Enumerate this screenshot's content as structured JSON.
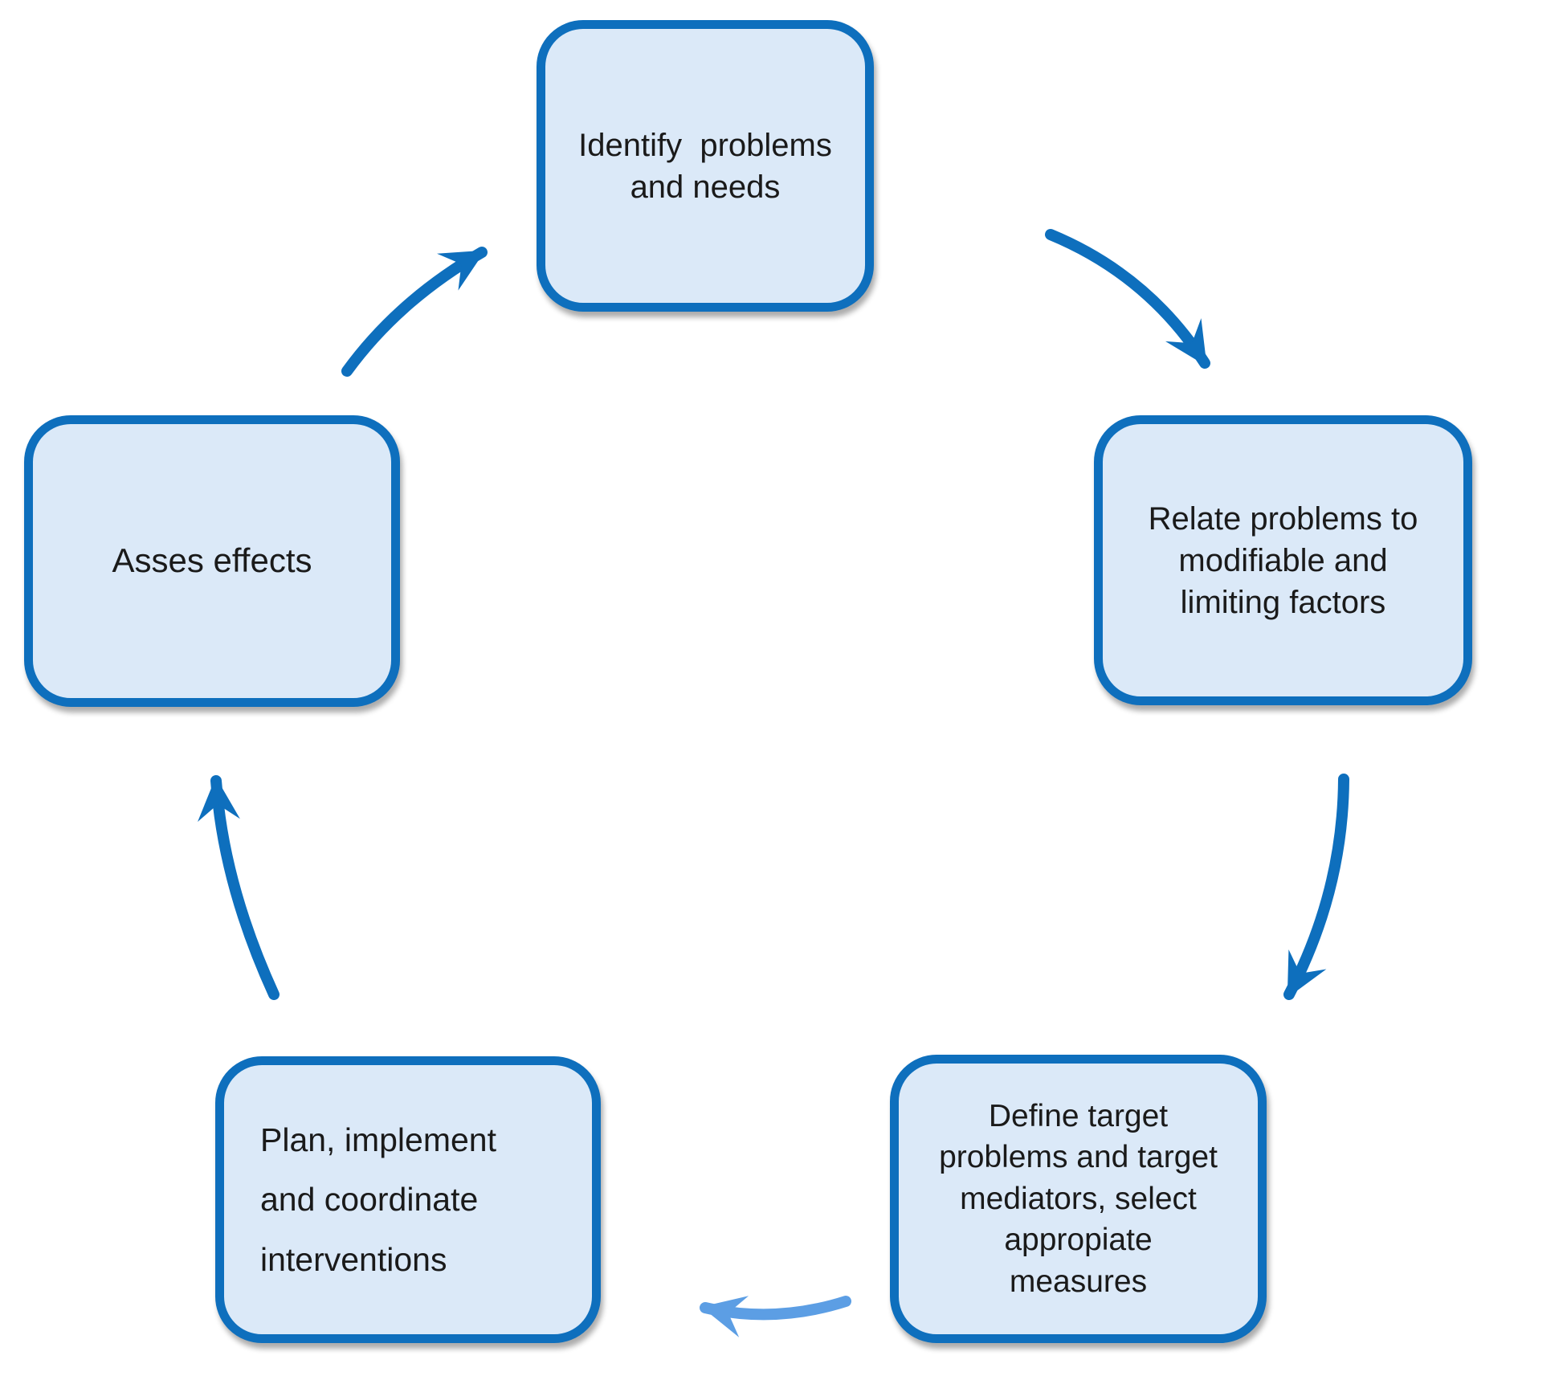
{
  "colors": {
    "background": "#FFFFFF",
    "box_fill": "#DBE9F8",
    "box_border": "#0E6FBD",
    "arrow_main": "#0E6FBD",
    "arrow_light": "#5C9EE4",
    "text": "#1A1A1A"
  },
  "boxes": {
    "identify": {
      "label": "Identify  problems\nand needs"
    },
    "relate": {
      "label": "Relate problems to\nmodifiable and\nlimiting factors"
    },
    "define": {
      "label": "Define target\nproblems and target\nmediators, select\nappropiate\nmeasures"
    },
    "plan": {
      "label": "Plan, implement\nand coordinate\ninterventions"
    },
    "asses": {
      "label": "Asses effects"
    }
  },
  "arrows": {
    "asses_to_identify": {
      "from": "Asses effects",
      "to": "Identify  problems and needs"
    },
    "identify_to_relate": {
      "from": "Identify  problems and needs",
      "to": "Relate problems to modifiable and limiting factors"
    },
    "relate_to_define": {
      "from": "Relate problems to modifiable and limiting factors",
      "to": "Define target problems and target mediators, select appropiate measures"
    },
    "define_to_plan": {
      "from": "Define target problems and target mediators, select appropiate measures",
      "to": "Plan, implement and coordinate interventions"
    },
    "plan_to_asses": {
      "from": "Plan, implement and coordinate interventions",
      "to": "Asses effects"
    }
  }
}
